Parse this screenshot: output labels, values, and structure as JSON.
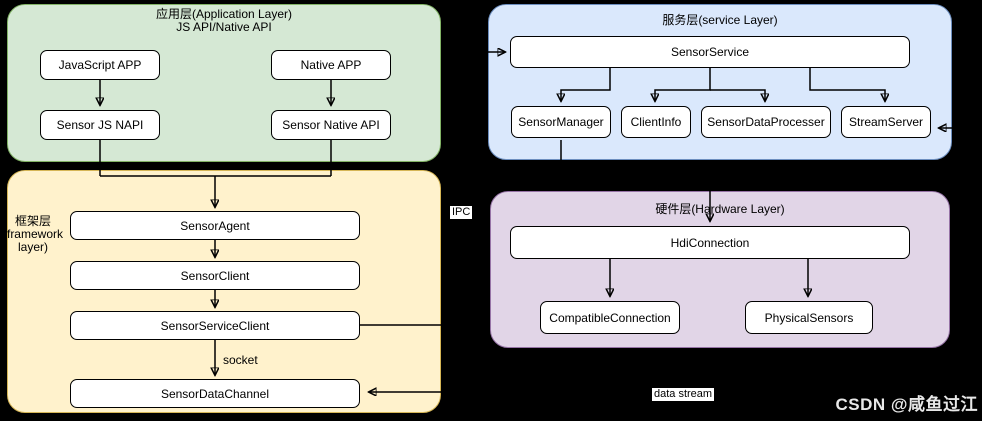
{
  "layers": {
    "application": {
      "title_line1": "应用层(Application Layer)",
      "title_line2": "JS API/Native API",
      "fill": "#d5e8d4",
      "stroke": "#82b366",
      "nodes": {
        "javascript_app": "JavaScript APP",
        "native_app": "Native APP",
        "sensor_js_napi": "Sensor JS NAPI",
        "sensor_native_api": "Sensor Native API"
      }
    },
    "service": {
      "title": "服务层(service Layer)",
      "fill": "#dae8fc",
      "stroke": "#6c8ebf",
      "nodes": {
        "sensor_service": "SensorService",
        "sensor_manager": "SensorManager",
        "client_info": "ClientInfo",
        "sensor_data_processer": "SensorDataProcesser",
        "stream_server": "StreamServer"
      }
    },
    "framework": {
      "title_line1": "框架层",
      "title_line2": "(framework",
      "title_line3": "layer)",
      "fill": "#fff2cc",
      "stroke": "#d6b656",
      "nodes": {
        "sensor_agent": "SensorAgent",
        "sensor_client": "SensorClient",
        "sensor_service_client": "SensorServiceClient",
        "sensor_data_channel": "SensorDataChannel"
      }
    },
    "hardware": {
      "title": "硬件层(Hardware Layer)",
      "fill": "#e1d5e7",
      "stroke": "#9673a6",
      "nodes": {
        "hdi_connection": "HdiConnection",
        "compatible_connection": "CompatibleConnection",
        "physical_sensors": "PhysicalSensors"
      }
    }
  },
  "edge_labels": {
    "ipc": "IPC",
    "socket": "socket",
    "data_stream": "data stream"
  },
  "watermark": "CSDN @咸鱼过江",
  "colors": {
    "background": "#000000",
    "node_fill": "#ffffff",
    "line": "#000000"
  }
}
